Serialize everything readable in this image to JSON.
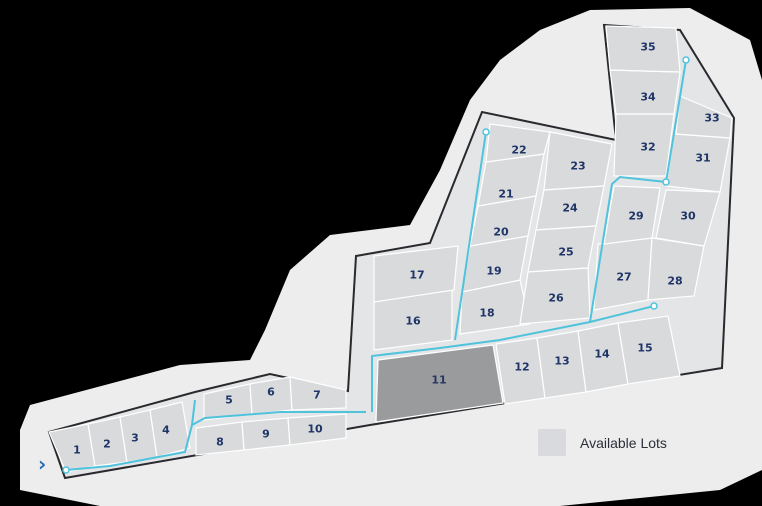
{
  "colors": {
    "background": "#000000",
    "halo": "#ededee",
    "available_lot": "#d9dadc",
    "sold_lot": "#9a9b9d",
    "lot_border": "#ffffff",
    "boundary": "#2a2a2e",
    "path": "#4fc3dc",
    "label": "#1f3567"
  },
  "lots": [
    {
      "number": "1",
      "status": "available"
    },
    {
      "number": "2",
      "status": "available"
    },
    {
      "number": "3",
      "status": "available"
    },
    {
      "number": "4",
      "status": "available"
    },
    {
      "number": "5",
      "status": "available"
    },
    {
      "number": "6",
      "status": "available"
    },
    {
      "number": "7",
      "status": "available"
    },
    {
      "number": "8",
      "status": "available"
    },
    {
      "number": "9",
      "status": "available"
    },
    {
      "number": "10",
      "status": "available"
    },
    {
      "number": "11",
      "status": "sold"
    },
    {
      "number": "12",
      "status": "available"
    },
    {
      "number": "13",
      "status": "available"
    },
    {
      "number": "14",
      "status": "available"
    },
    {
      "number": "15",
      "status": "available"
    },
    {
      "number": "16",
      "status": "available"
    },
    {
      "number": "17",
      "status": "available"
    },
    {
      "number": "18",
      "status": "available"
    },
    {
      "number": "19",
      "status": "available"
    },
    {
      "number": "20",
      "status": "available"
    },
    {
      "number": "21",
      "status": "available"
    },
    {
      "number": "22",
      "status": "available"
    },
    {
      "number": "23",
      "status": "available"
    },
    {
      "number": "24",
      "status": "available"
    },
    {
      "number": "25",
      "status": "available"
    },
    {
      "number": "26",
      "status": "available"
    },
    {
      "number": "27",
      "status": "available"
    },
    {
      "number": "28",
      "status": "available"
    },
    {
      "number": "29",
      "status": "available"
    },
    {
      "number": "30",
      "status": "available"
    },
    {
      "number": "31",
      "status": "available"
    },
    {
      "number": "32",
      "status": "available"
    },
    {
      "number": "33",
      "status": "available"
    },
    {
      "number": "34",
      "status": "available"
    },
    {
      "number": "35",
      "status": "available"
    }
  ],
  "legend": {
    "label": "Available Lots"
  },
  "icons": {
    "entry": "chevron-right-icon"
  }
}
